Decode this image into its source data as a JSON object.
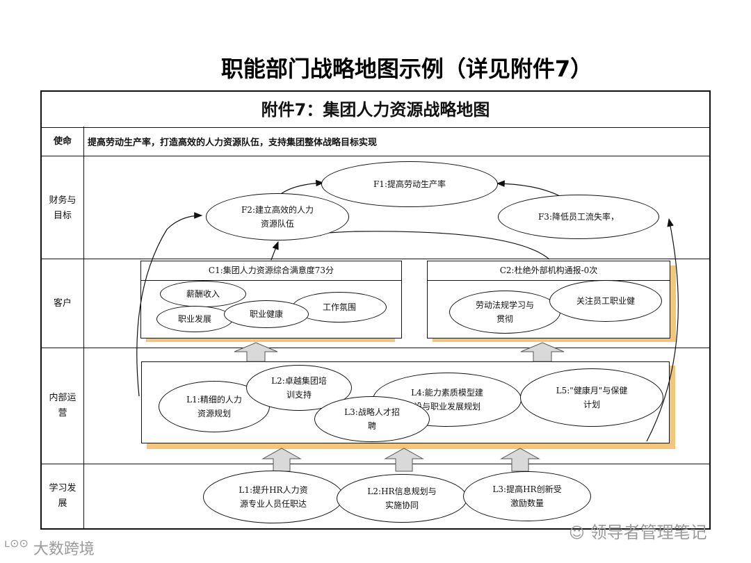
{
  "page_title": "职能部门战略地图示例（详见附件7）",
  "map_title": "附件7：集团人力资源战略地图",
  "rows": {
    "mission": {
      "label": "使命",
      "text": "提高劳动生产率，打造高效的人力资源队伍，支持集团整体战略目标实现"
    },
    "finance": {
      "label_line1": "财务与",
      "label_line2": "目标"
    },
    "customer": {
      "label": "客户"
    },
    "internal": {
      "label_line1": "内部运",
      "label_line2": "营"
    },
    "learning": {
      "label_line1": "学习发",
      "label_line2": "展"
    }
  },
  "finance_nodes": {
    "f1": "F1:提高劳动生产率",
    "f2_line1": "F2:建立高效的人力",
    "f2_line2": "资源队伍",
    "f3": "F3:降低员工流失率，"
  },
  "customer_panels": {
    "c1": {
      "header": "C1:集团人力资源综合满意度73分",
      "items": {
        "pay": "薪酬收入",
        "career": "职业发展",
        "health": "职业健康",
        "atmosphere": "工作氛围"
      }
    },
    "c2": {
      "header": "C2:杜绝外部机构通报-0次",
      "items": {
        "labor_line1": "劳动法规学习与",
        "labor_line2": "贯彻",
        "care": "关注员工职业健"
      }
    }
  },
  "internal_nodes": {
    "l1_line1": "L1:精细的人力",
    "l1_line2": "资源规划",
    "l2_line1": "L2:卓越集团培",
    "l2_line2": "训支持",
    "l3_line1": "L3:战略人才招",
    "l3_line2": "聘",
    "l4_line1": "L4:能力素质模型建",
    "l4_line2": "设与职业发展规划",
    "l5_line1": "L5:\"健康月\"与保健",
    "l5_line2": "计划"
  },
  "learning_nodes": {
    "l1_line1": "L1:提升HR人力资",
    "l1_line2": "源专业人员任职达",
    "l2_line1": "L2:HR信息规划与",
    "l2_line2": "实施协同",
    "l3_line1": "L3:提高HR创新受",
    "l3_line2": "激励数量"
  },
  "watermarks": {
    "left": "大数跨境",
    "right": "领导者管理笔记"
  }
}
